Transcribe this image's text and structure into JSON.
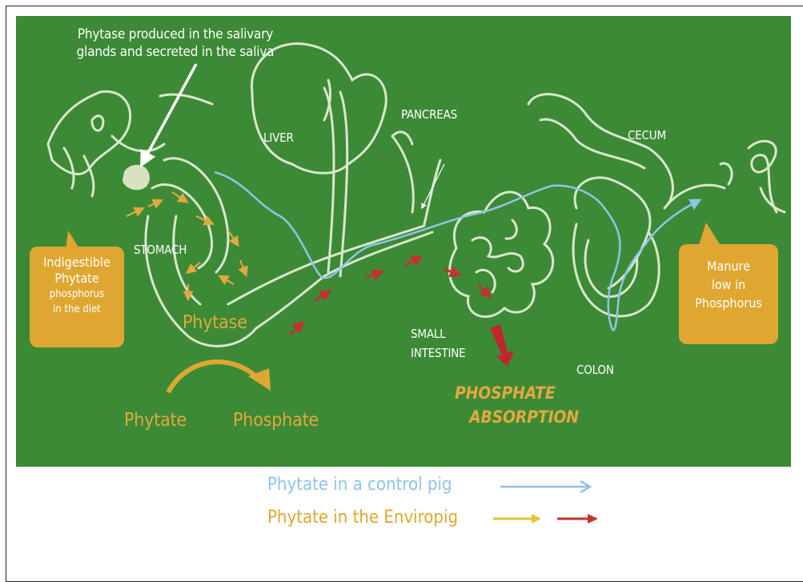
{
  "salivary_label": [
    "Phytase produced in the salivary",
    "glands and secreted in the saliva"
  ],
  "organs": {
    "liver": "LIVER",
    "pancreas": "PANCREAS",
    "cecum": "CECUM",
    "stomach": "STOMACH",
    "small_intestine": [
      "SMALL",
      "INTESTINE"
    ],
    "colon": "COLON"
  },
  "indigestible_box": {
    "line1": "Indigestible",
    "line2": "Phytate",
    "line3": "phosphorus",
    "line4": "in the diet"
  },
  "manure_box": {
    "line1": "Manure",
    "line2": "low in",
    "line3": "Phosphorus"
  },
  "enzyme_label": "Phytase",
  "reaction": {
    "from": "Phytate",
    "to": "Phosphate"
  },
  "absorption": [
    "PHOSPHATE",
    "ABSORPTION"
  ],
  "legend": {
    "control": "Phytate in a control pig",
    "enviropig": "Phytate in the Enviropig"
  },
  "colors": {
    "board": "#3c8a35",
    "gold": "#dfa731",
    "control_line": "#8fc3ea",
    "enviropig_yellow": "#e3c43a",
    "enviropig_red": "#c0332f",
    "absorption_red": "#c0272d",
    "chalk": "#e8eedc"
  }
}
